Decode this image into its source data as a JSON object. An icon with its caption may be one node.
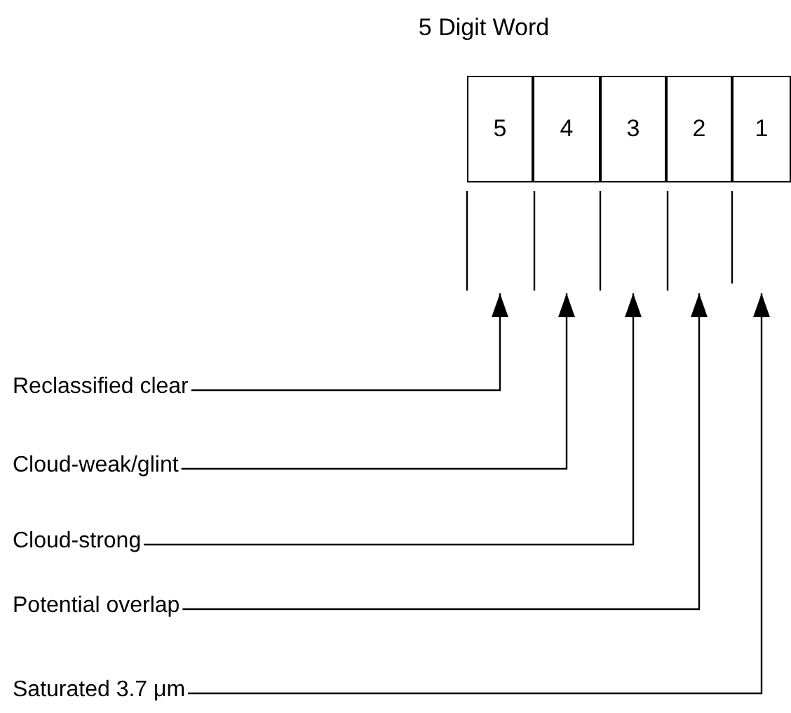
{
  "diagram": {
    "title": "5 Digit Word",
    "nodes": [
      {
        "text": [
          "5"
        ]
      },
      {
        "text": [
          "4"
        ]
      },
      {
        "text": [
          "3"
        ]
      },
      {
        "text": [
          "2"
        ]
      },
      {
        "text": [
          "1"
        ]
      },
      {
        "text": [
          "Reclassified clear"
        ]
      },
      {
        "text": [
          "Cloud-weak/glint"
        ]
      },
      {
        "text": [
          "Cloud-strong"
        ]
      },
      {
        "text": [
          "Potential overlap"
        ]
      },
      {
        "text": [
          "Saturated 3.7 μm"
        ]
      }
    ],
    "edges": [
      {
        "from": 5,
        "to": 0,
        "arrow": "to"
      },
      {
        "from": 6,
        "to": 1,
        "arrow": "to"
      },
      {
        "from": 7,
        "to": 2,
        "arrow": "to"
      },
      {
        "from": 8,
        "to": 3,
        "arrow": "to"
      },
      {
        "from": 9,
        "to": 4,
        "arrow": "to"
      }
    ]
  }
}
